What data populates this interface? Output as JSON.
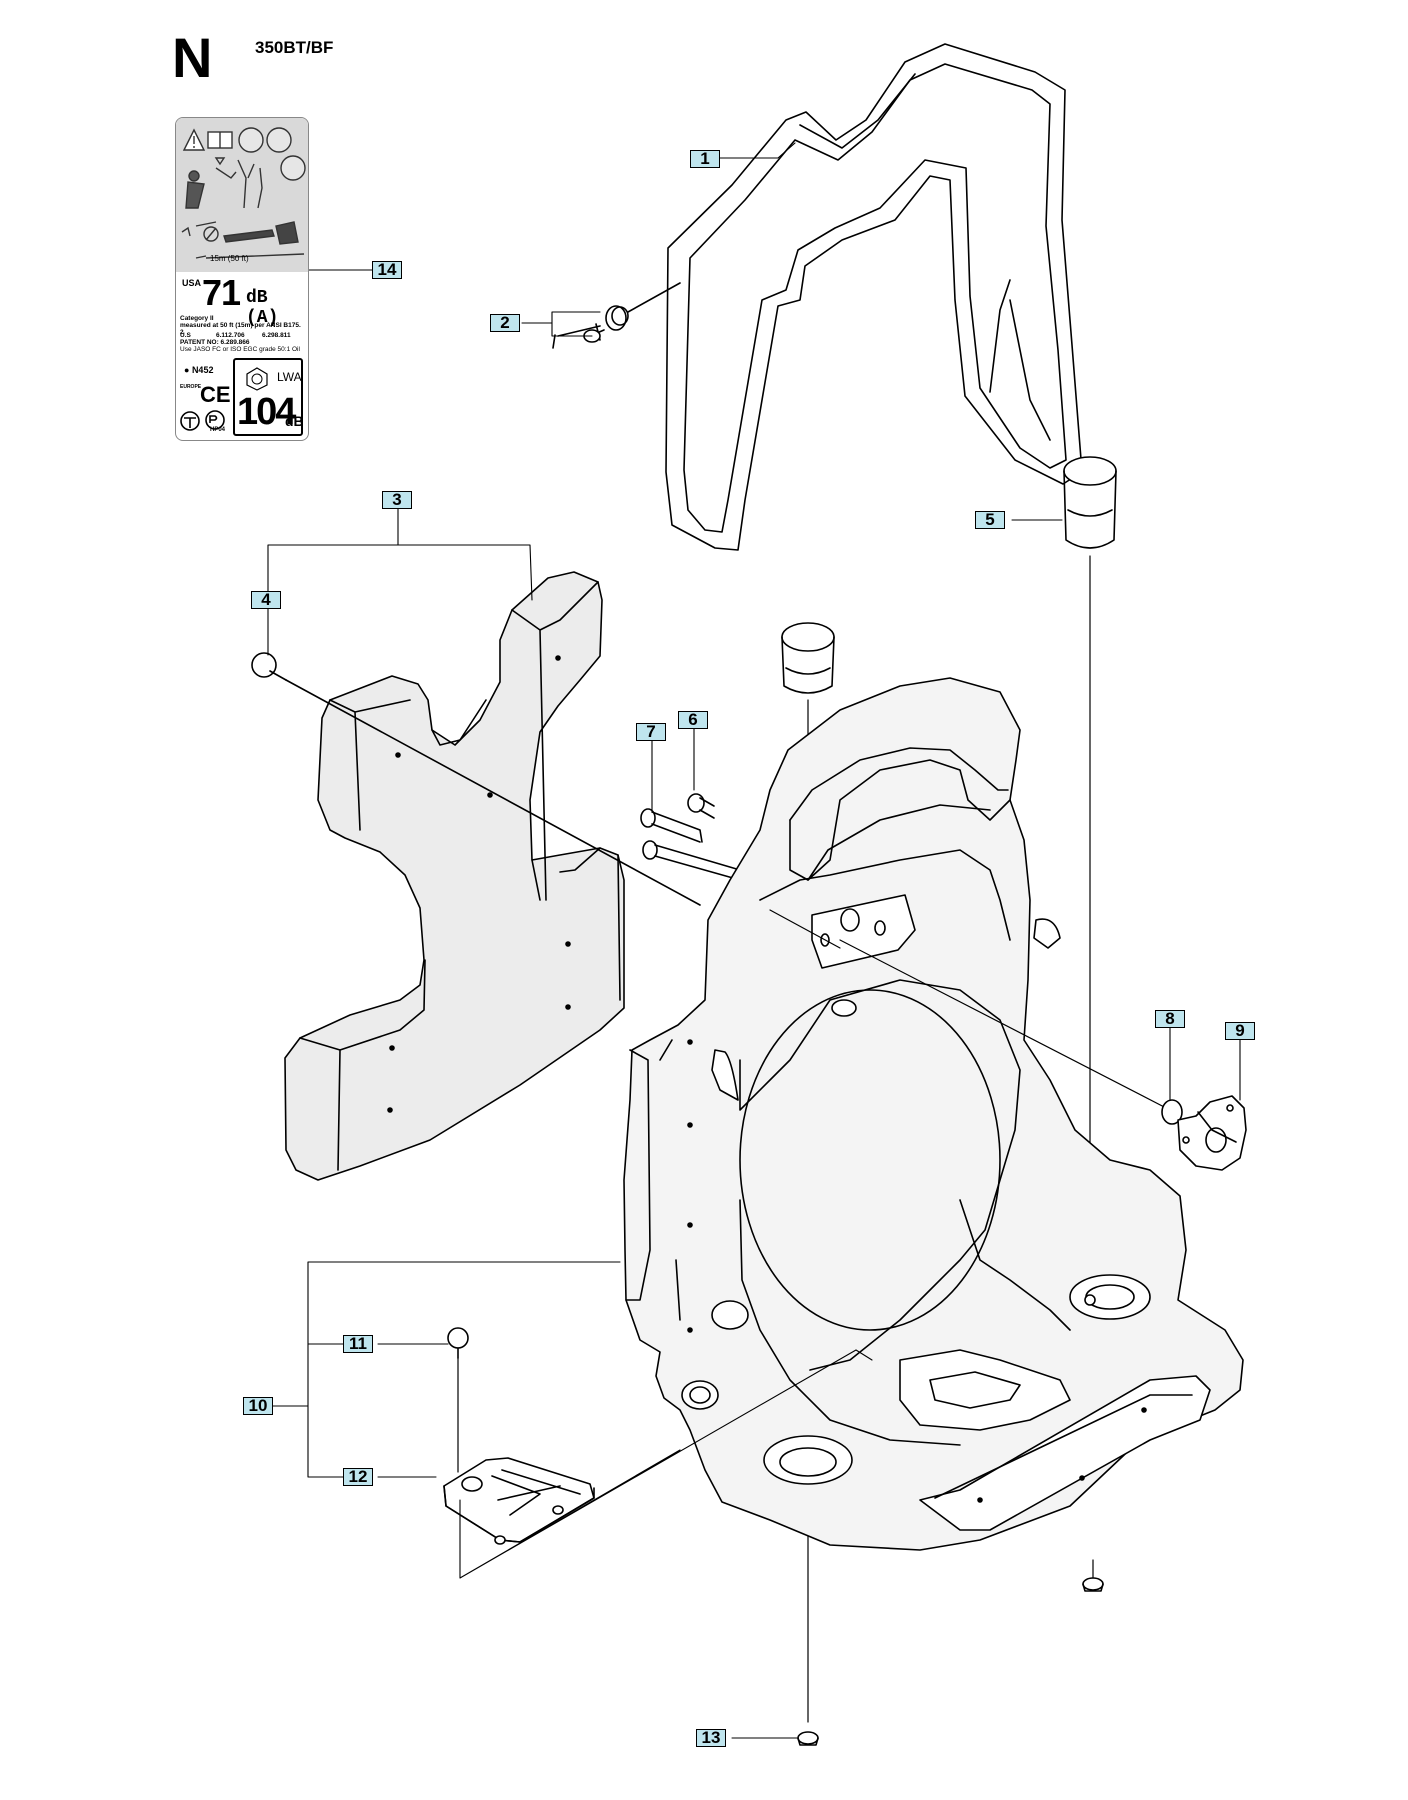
{
  "header": {
    "section_letter": "N",
    "model": "350BT/BF"
  },
  "decal": {
    "market": "USA",
    "sound_pressure_value": "71",
    "sound_pressure_unit": "dB (A)",
    "category_line1": "Category II",
    "category_line2": "measured at 50 ft (15m) per ANSI B175. 2",
    "us_patents_label": "U.S",
    "us_patent_1": "6.112.706",
    "us_patent_2": "6.298.811",
    "patent_no_line": "PATENT NO: 6.289.866",
    "oil_line": "Use JASO FC or ISO EGC grade 50:1 Oil",
    "certificate_code": "N452",
    "region_small": "EUROPE",
    "ce_mark": "CE",
    "hp_code": "HP04",
    "sound_power_value": "104",
    "sound_power_unit": "dB",
    "sound_power_symbol": "LWA",
    "distance_note": "15m (50 ft)"
  },
  "callouts": [
    {
      "id": "1"
    },
    {
      "id": "2"
    },
    {
      "id": "3"
    },
    {
      "id": "4"
    },
    {
      "id": "5"
    },
    {
      "id": "6"
    },
    {
      "id": "7"
    },
    {
      "id": "8"
    },
    {
      "id": "9"
    },
    {
      "id": "10"
    },
    {
      "id": "11"
    },
    {
      "id": "12"
    },
    {
      "id": "13"
    },
    {
      "id": "14"
    }
  ],
  "colors": {
    "callout_fill": "#bfe5ee",
    "part_fill": "#eeeeee",
    "line": "#000000"
  }
}
